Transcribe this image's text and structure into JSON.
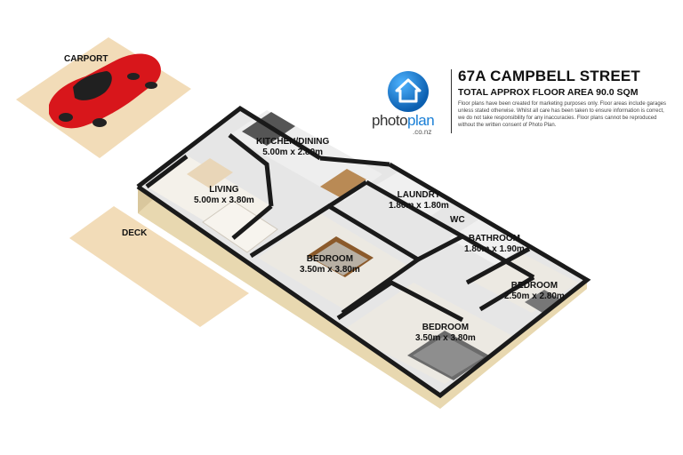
{
  "brand": {
    "logo_word_prefix": "photo",
    "logo_word_suffix": "plan",
    "logo_sub": ".co.nz",
    "logo_icon": "house-icon"
  },
  "info": {
    "title": "67A CAMPBELL STREET",
    "area": "TOTAL APPROX FLOOR AREA 90.0 SQM",
    "disclaimer": "Floor plans have been created for marketing purposes only. Floor areas include garages unless stated otherwise. Whilst all care has been taken to ensure information is correct, we do not take responsibility for any inaccuracies. Floor plans cannot be reproduced without the written consent of Photo Plan."
  },
  "labels": {
    "carport": "CARPORT",
    "deck": "DECK",
    "wc": "WC",
    "kitchen": {
      "name": "KITCHEN/DINING",
      "dim": "5.00m x 2.80m"
    },
    "living": {
      "name": "LIVING",
      "dim": "5.00m x 3.80m"
    },
    "laundry": {
      "name": "LAUNDRY",
      "dim": "1.80m x 1.80m"
    },
    "bedroom1": {
      "name": "BEDROOM",
      "dim": "3.50m x 3.80m"
    },
    "bathroom": {
      "name": "BATHROOM",
      "dim": "1.80m x 1.90m"
    },
    "bedroom2": {
      "name": "BEDROOM",
      "dim": "2.50m x 2.80m"
    },
    "bedroom3": {
      "name": "BEDROOM",
      "dim": "3.50m x 3.80m"
    }
  },
  "colors": {
    "pad": "#f2dcb8",
    "wall_top": "#1a1a1a",
    "wall_side": "#e8d8b0",
    "floor": "#e4e4e4",
    "car": "#d8161b",
    "brand_blue": "#1a7fd6"
  }
}
